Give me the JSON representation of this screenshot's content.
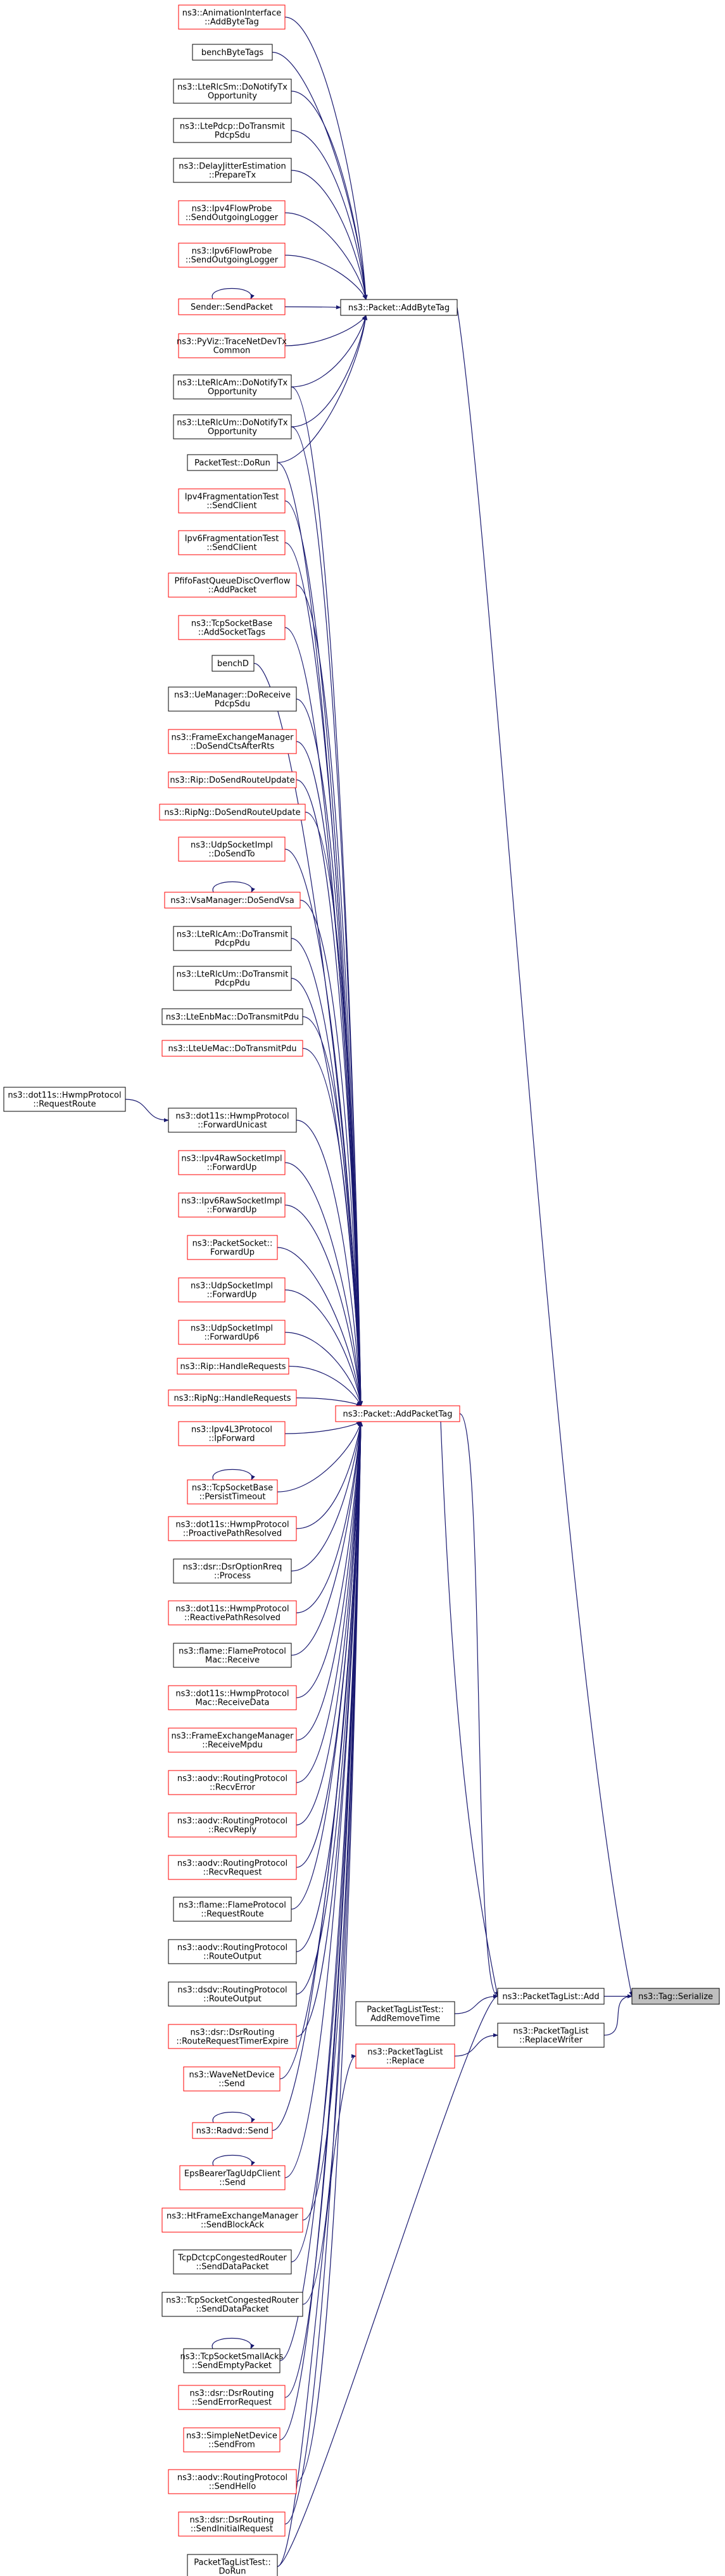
{
  "colors": {
    "edge": "#191970",
    "red_border": "#ff0000",
    "black_border": "#000000",
    "highlight_fill": "#bfbfbf",
    "bg": "#ffffff"
  },
  "nodes": {
    "animation_add_byte_tag": [
      "ns3::AnimationInterface",
      "::AddByteTag"
    ],
    "bench_byte_tags": [
      "benchByteTags"
    ],
    "lte_rlc_sm_notify": [
      "ns3::LteRlcSm::DoNotifyTx",
      "Opportunity"
    ],
    "lte_pdcp_transmit": [
      "ns3::LtePdcp::DoTransmit",
      "PdcpSdu"
    ],
    "delay_jitter_prepare": [
      "ns3::DelayJitterEstimation",
      "::PrepareTx"
    ],
    "ipv4_flow_probe_send": [
      "ns3::Ipv4FlowProbe",
      "::SendOutgoingLogger"
    ],
    "ipv6_flow_probe_send": [
      "ns3::Ipv6FlowProbe",
      "::SendOutgoingLogger"
    ],
    "sender_send_packet": [
      "Sender::SendPacket"
    ],
    "pyviz_trace": [
      "ns3::PyViz::TraceNetDevTx",
      "Common"
    ],
    "lte_rlc_am_notify": [
      "ns3::LteRlcAm::DoNotifyTx",
      "Opportunity"
    ],
    "lte_rlc_um_notify": [
      "ns3::LteRlcUm::DoNotifyTx",
      "Opportunity"
    ],
    "packet_test_run": [
      "PacketTest::DoRun"
    ],
    "ipv4_frag_send_client": [
      "Ipv4FragmentationTest",
      "::SendClient"
    ],
    "ipv6_frag_send_client": [
      "Ipv6FragmentationTest",
      "::SendClient"
    ],
    "pfifo_add_packet": [
      "PfifoFastQueueDiscOverflow",
      "::AddPacket"
    ],
    "tcp_socket_add_tags": [
      "ns3::TcpSocketBase",
      "::AddSocketTags"
    ],
    "bench_d": [
      "benchD"
    ],
    "ue_manager_receive": [
      "ns3::UeManager::DoReceive",
      "PdcpSdu"
    ],
    "fem_send_cts": [
      "ns3::FrameExchangeManager",
      "::DoSendCtsAfterRts"
    ],
    "rip_send_route": [
      "ns3::Rip::DoSendRouteUpdate"
    ],
    "ripng_send_route": [
      "ns3::RipNg::DoSendRouteUpdate"
    ],
    "udp_socket_send_to": [
      "ns3::UdpSocketImpl",
      "::DoSendTo"
    ],
    "vsa_manager_send": [
      "ns3::VsaManager::DoSendVsa"
    ],
    "lte_rlc_am_transmit": [
      "ns3::LteRlcAm::DoTransmit",
      "PdcpPdu"
    ],
    "lte_rlc_um_transmit": [
      "ns3::LteRlcUm::DoTransmit",
      "PdcpPdu"
    ],
    "lte_enb_mac_transmit": [
      "ns3::LteEnbMac::DoTransmitPdu"
    ],
    "lte_ue_mac_transmit": [
      "ns3::LteUeMac::DoTransmitPdu"
    ],
    "hwmp_request_route": [
      "ns3::dot11s::HwmpProtocol",
      "::RequestRoute"
    ],
    "hwmp_forward_unicast": [
      "ns3::dot11s::HwmpProtocol",
      "::ForwardUnicast"
    ],
    "ipv4_raw_forward_up": [
      "ns3::Ipv4RawSocketImpl",
      "::ForwardUp"
    ],
    "ipv6_raw_forward_up": [
      "ns3::Ipv6RawSocketImpl",
      "::ForwardUp"
    ],
    "packet_socket_forward_up": [
      "ns3::PacketSocket::",
      "ForwardUp"
    ],
    "udp_socket_forward_up": [
      "ns3::UdpSocketImpl",
      "::ForwardUp"
    ],
    "udp_socket_forward_up6": [
      "ns3::UdpSocketImpl",
      "::ForwardUp6"
    ],
    "rip_handle_requests": [
      "ns3::Rip::HandleRequests"
    ],
    "ripng_handle_requests": [
      "ns3::RipNg::HandleRequests"
    ],
    "ipv4_l3_ip_forward": [
      "ns3::Ipv4L3Protocol",
      "::IpForward"
    ],
    "tcp_persist_timeout": [
      "ns3::TcpSocketBase",
      "::PersistTimeout"
    ],
    "hwmp_proactive_resolved": [
      "ns3::dot11s::HwmpProtocol",
      "::ProactivePathResolved"
    ],
    "dsr_option_rreq_process": [
      "ns3::dsr::DsrOptionRreq",
      "::Process"
    ],
    "hwmp_reactive_resolved": [
      "ns3::dot11s::HwmpProtocol",
      "::ReactivePathResolved"
    ],
    "flame_mac_receive": [
      "ns3::flame::FlameProtocol",
      "Mac::Receive"
    ],
    "hwmp_mac_receive_data": [
      "ns3::dot11s::HwmpProtocol",
      "Mac::ReceiveData"
    ],
    "fem_receive_mpdu": [
      "ns3::FrameExchangeManager",
      "::ReceiveMpdu"
    ],
    "aodv_recv_error": [
      "ns3::aodv::RoutingProtocol",
      "::RecvError"
    ],
    "aodv_recv_reply": [
      "ns3::aodv::RoutingProtocol",
      "::RecvReply"
    ],
    "aodv_recv_request": [
      "ns3::aodv::RoutingProtocol",
      "::RecvRequest"
    ],
    "flame_request_route": [
      "ns3::flame::FlameProtocol",
      "::RequestRoute"
    ],
    "aodv_route_output": [
      "ns3::aodv::RoutingProtocol",
      "::RouteOutput"
    ],
    "dsdv_route_output": [
      "ns3::dsdv::RoutingProtocol",
      "::RouteOutput"
    ],
    "dsr_route_request_timer": [
      "ns3::dsr::DsrRouting",
      "::RouteRequestTimerExpire"
    ],
    "wave_net_device_send": [
      "ns3::WaveNetDevice",
      "::Send"
    ],
    "radvd_send": [
      "ns3::Radvd::Send"
    ],
    "eps_bearer_udp_send": [
      "EpsBearerTagUdpClient",
      "::Send"
    ],
    "ht_fem_send_block_ack": [
      "ns3::HtFrameExchangeManager",
      "::SendBlockAck"
    ],
    "tcp_dctcp_send_data": [
      "TcpDctcpCongestedRouter",
      "::SendDataPacket"
    ],
    "tcp_socket_congested_send": [
      "ns3::TcpSocketCongestedRouter",
      "::SendDataPacket"
    ],
    "tcp_small_acks_send_empty": [
      "ns3::TcpSocketSmallAcks",
      "::SendEmptyPacket"
    ],
    "dsr_send_error_request": [
      "ns3::dsr::DsrRouting",
      "::SendErrorRequest"
    ],
    "simple_net_device_send_from": [
      "ns3::SimpleNetDevice",
      "::SendFrom"
    ],
    "aodv_send_hello": [
      "ns3::aodv::RoutingProtocol",
      "::SendHello"
    ],
    "dsr_send_initial_request": [
      "ns3::dsr::DsrRouting",
      "::SendInitialRequest"
    ],
    "packet_tag_list_test_run": [
      "PacketTagListTest::",
      "DoRun"
    ],
    "packet_add_byte_tag": [
      "ns3::Packet::AddByteTag"
    ],
    "packet_add_packet_tag": [
      "ns3::Packet::AddPacketTag"
    ],
    "packet_tag_list_test_add_remove": [
      "PacketTagListTest::",
      "AddRemoveTime"
    ],
    "packet_tag_list_replace": [
      "ns3::PacketTagList",
      "::Replace"
    ],
    "packet_tag_list_add": [
      "ns3::PacketTagList::Add"
    ],
    "packet_tag_list_replace_writer": [
      "ns3::PacketTagList",
      "::ReplaceWriter"
    ],
    "tag_serialize": [
      "ns3::Tag::Serialize"
    ]
  }
}
